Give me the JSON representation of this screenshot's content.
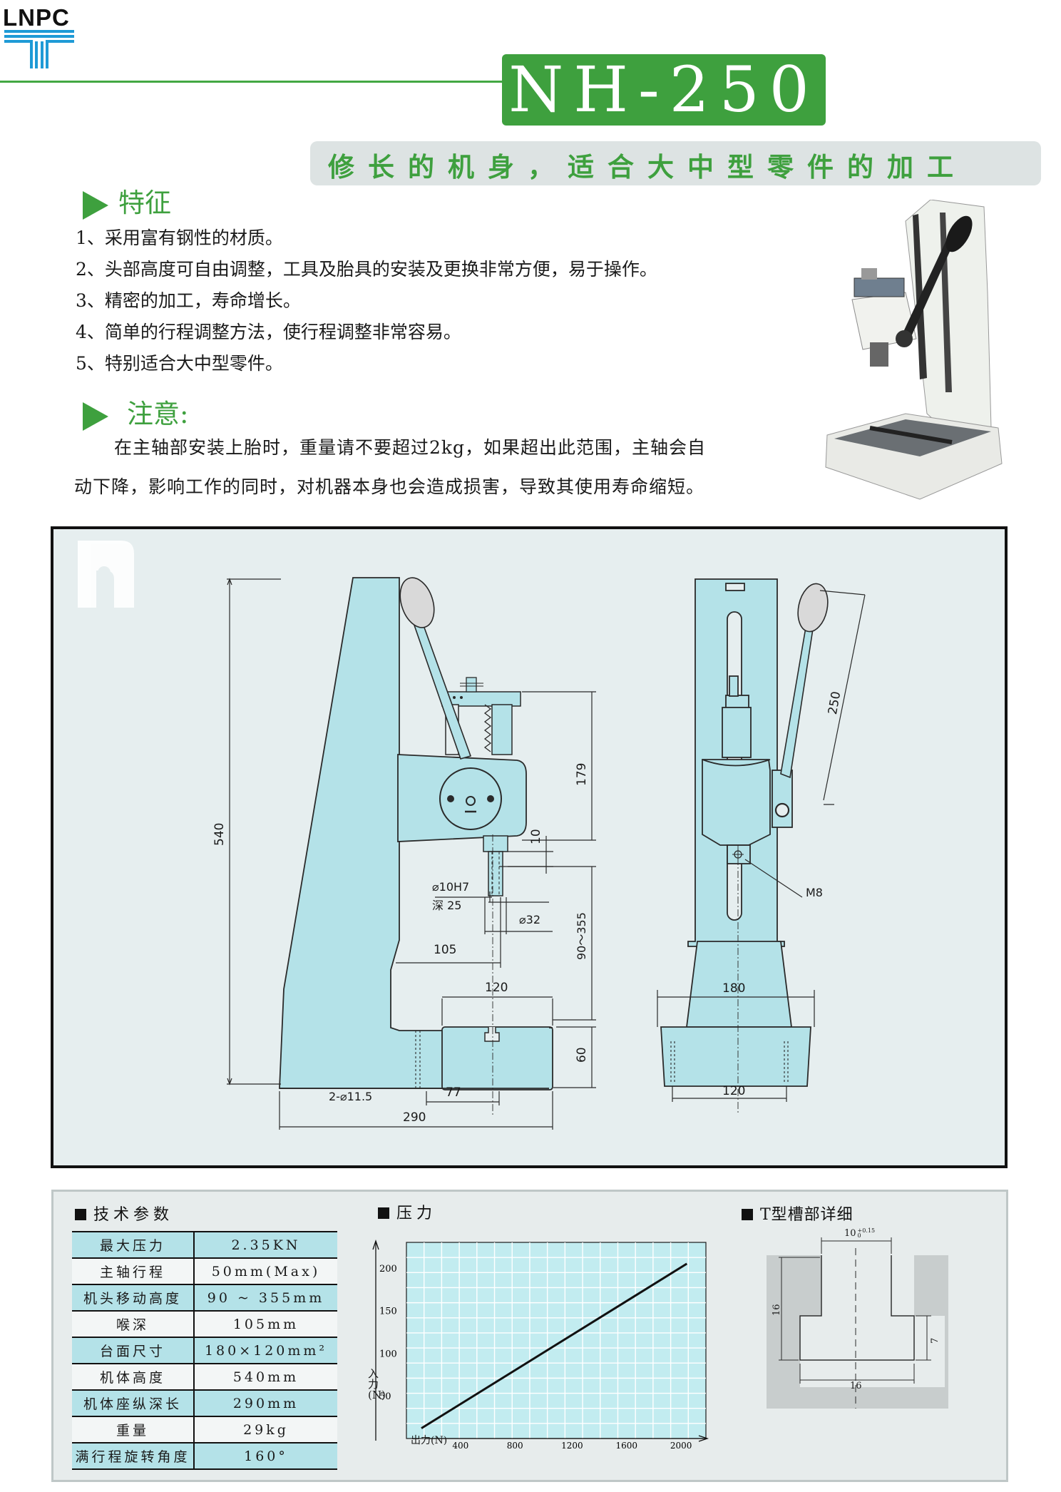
{
  "header": {
    "logo_text": "LNPC",
    "model": "NH-250",
    "subtitle": "修长的机身，适合大中型零件的加工"
  },
  "features": {
    "heading": "特征",
    "items": [
      "1、采用富有钢性的材质。",
      "2、头部高度可自由调整，工具及胎具的安装及更换非常方便，易于操作。",
      "3、精密的加工，寿命增长。",
      "4、简单的行程调整方法，使行程调整非常容易。",
      "5、特别适合大中型零件。"
    ]
  },
  "notice": {
    "heading": "注意:",
    "line1": "在主轴部安装上胎时，重量请不要超过2kg，如果超出此范围，主轴会自",
    "line2": "动下降，影响工作的同时，对机器本身也会造成损害，导致其使用寿命缩短。"
  },
  "drawing": {
    "dims": {
      "h540": "540",
      "h179": "179",
      "h10": "10",
      "bore": "⌀10H7",
      "depth": "深 25",
      "d32": "⌀32",
      "w105": "105",
      "range": "90～355",
      "w120top": "120",
      "h60": "60",
      "holes": "2-⌀11.5",
      "w77": "77",
      "w290": "290",
      "lever": "250",
      "thread": "M8",
      "w180": "180",
      "w120bottom": "120"
    }
  },
  "specs": {
    "title": "技术参数",
    "rows": [
      {
        "label": "最大压力",
        "value": "2.35KN"
      },
      {
        "label": "主轴行程",
        "value": "50mm(Max)"
      },
      {
        "label": "机头移动高度",
        "value": "90 ~ 355mm"
      },
      {
        "label": "喉深",
        "value": "105mm"
      },
      {
        "label": "台面尺寸",
        "value": "180×120mm²"
      },
      {
        "label": "机体高度",
        "value": "540mm"
      },
      {
        "label": "机体座纵深长",
        "value": "290mm"
      },
      {
        "label": "重量",
        "value": "29kg"
      },
      {
        "label": "满行程旋转角度",
        "value": "160°"
      }
    ]
  },
  "pressure": {
    "title": "压力",
    "ylabel": "入力(N)",
    "xlabel": "出力(N)",
    "yticks": [
      "200",
      "150",
      "100",
      "50"
    ],
    "xticks": [
      "400",
      "800",
      "1200",
      "1600",
      "2000"
    ]
  },
  "chart_data": {
    "type": "line",
    "title": "压力",
    "xlabel": "出力(N)",
    "ylabel": "入力(N)",
    "xlim": [
      0,
      2200
    ],
    "ylim": [
      0,
      230
    ],
    "grid": true,
    "series": [
      {
        "x": [
          110,
          2060
        ],
        "y": [
          12,
          205
        ]
      }
    ]
  },
  "tslot": {
    "title": "T型槽部详细",
    "top_width": "10",
    "tol_upper": "+0.15",
    "tol_lower": "0",
    "height": "16",
    "bottom_width": "16",
    "lip": "7"
  },
  "colors": {
    "brand_green": "#3ea03e",
    "machine_fill": "#b4e2e8",
    "panel_bg": "#e6eeef"
  }
}
